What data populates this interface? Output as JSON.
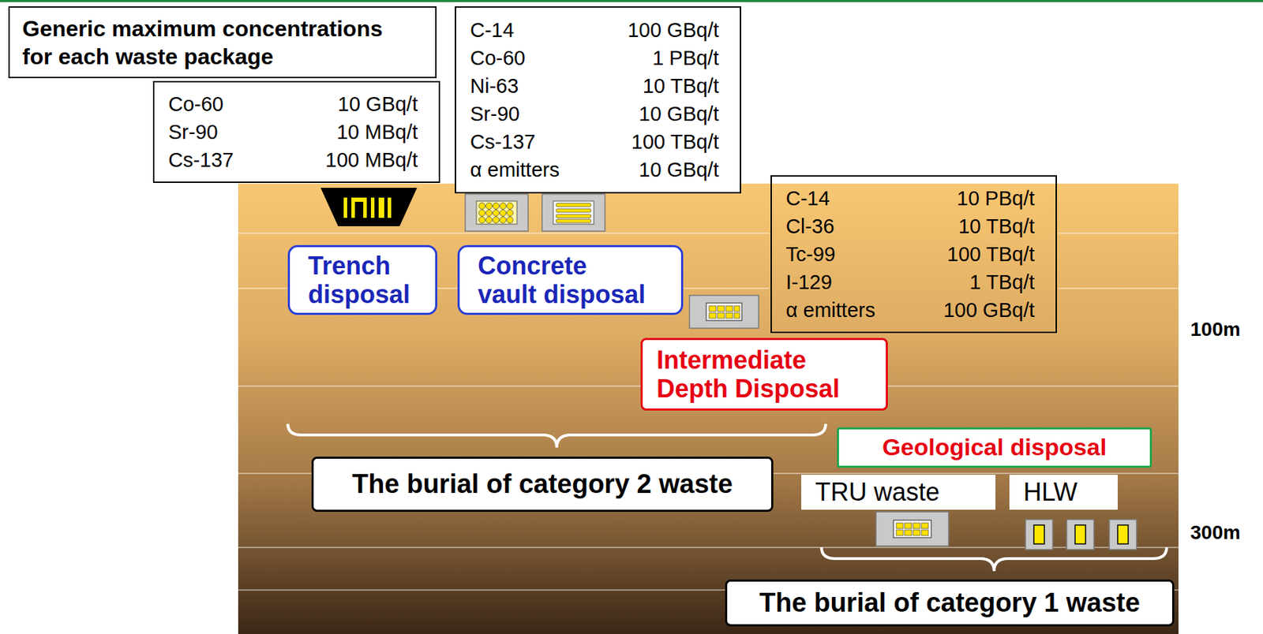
{
  "diagram": {
    "nodes": [
      {
        "text": [
          "Generic maximum concentrations for each waste package"
        ]
      },
      {
        "text": [
          "Co-60",
          "10 GBq/t",
          "Sr-90",
          "10 MBq/t",
          "Cs-137",
          "100 MBq/t"
        ]
      },
      {
        "text": [
          "C-14",
          "100 GBq/t",
          "Co-60",
          "1 PBq/t",
          "Ni-63",
          "10 TBq/t",
          "Sr-90",
          "10 GBq/t",
          "Cs-137",
          "100 TBq/t",
          "α emitters",
          "10 GBq/t"
        ]
      },
      {
        "text": [
          "C-14",
          "10 PBq/t",
          "Cl-36",
          "10 TBq/t",
          "Tc-99",
          "100 TBq/t",
          "I-129",
          "1 TBq/t",
          "α emitters",
          "100 GBq/t"
        ]
      },
      {
        "text": [
          "Trench disposal"
        ]
      },
      {
        "text": [
          "Concrete vault disposal"
        ]
      },
      {
        "text": [
          "Intermediate Depth Disposal"
        ]
      },
      {
        "text": [
          "The burial of category 2 waste"
        ]
      },
      {
        "text": [
          "Geological disposal"
        ]
      },
      {
        "text": [
          "TRU waste"
        ]
      },
      {
        "text": [
          "HLW"
        ]
      },
      {
        "text": [
          "The burial of category 1 waste"
        ]
      }
    ],
    "labels": [
      "100m",
      "300m"
    ]
  }
}
